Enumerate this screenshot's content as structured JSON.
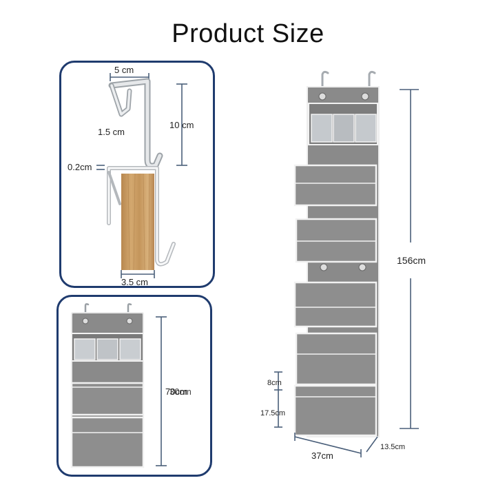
{
  "title": "Product Size",
  "hook_panel": {
    "width_label": "5 cm",
    "depth_label": "1.5 cm",
    "height_label": "10 cm",
    "thickness_label": "0.2cm",
    "door_label": "3.5 cm"
  },
  "small_organizer": {
    "size_label": "70cm",
    "overlap_label": "30cm"
  },
  "main_organizer": {
    "height_label": "156cm",
    "pocket_gap_label": "8cm",
    "pocket_height_label": "17.5cm",
    "width_label": "37cm",
    "depth_label": "13.5cm"
  },
  "colors": {
    "panel_border": "#1f3b6e",
    "dimension_line": "#4a5f7a",
    "fabric": "#8a8a8a",
    "fabric_dark": "#6e6e6e",
    "trim": "#f2f2f2",
    "wood": "#c99c64"
  }
}
